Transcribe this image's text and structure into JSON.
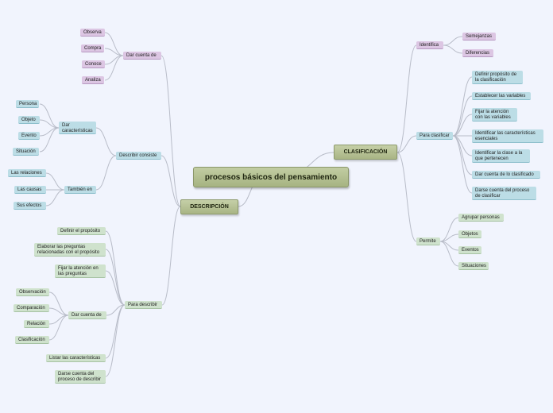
{
  "central": "procesos básicos del pensamiento",
  "descripcion": {
    "title": "DESCRIPCIÓN",
    "dar_cuenta": {
      "label": "Dar cuenta de",
      "items": [
        "Observa",
        "Compra",
        "Conoce",
        "Analiza"
      ]
    },
    "describir": {
      "label": "Describir consiste",
      "dar_caracteristicas": {
        "label": "Dar características",
        "items": [
          "Persona",
          "Objeto",
          "Evento",
          "Situación"
        ]
      },
      "tambien": {
        "label": "También en",
        "items": [
          "Las relaciones",
          "Las causas",
          "Sus efectos"
        ]
      }
    },
    "para_describir": {
      "label": "Para describir",
      "items": [
        "Definir el propósito",
        "Elaborar las preguntas relacionadas con el propósito",
        "Fijar la atención en las preguntas"
      ],
      "dar_cuenta": {
        "label": "Dar cuenta de",
        "items": [
          "Observación",
          "Comparación",
          "Relación",
          "Clasificación"
        ]
      },
      "items_after": [
        "Listar las características",
        "Darse cuenta del proceso de describir"
      ]
    }
  },
  "clasificacion": {
    "title": "CLASIFICACIÓN",
    "identifica": {
      "label": "Identifica",
      "items": [
        "Semejanzas",
        "Diferencias"
      ]
    },
    "para_clasificar": {
      "label": "Para clasificar",
      "items": [
        "Definir propósito de la clasificación",
        "Establecer las variables",
        "Fijar la atención con las variables",
        "Identificar las características esenciales",
        "Identificar la clase a la que pertenecen",
        "Dar cuenta de lo clasificado",
        "Darse cuenta del proceso de clasificar"
      ]
    },
    "permite": {
      "label": "Permite",
      "items": [
        "Agrupar personas",
        "Objetos",
        "Eventos",
        "Situaciones"
      ]
    }
  },
  "colors": {
    "line": "#b8bcc8",
    "green": "#cfe2cd",
    "blue": "#bcdde6",
    "purple": "#dcc6e3",
    "main": "#b3bf90",
    "background": "#f1f4fd"
  }
}
